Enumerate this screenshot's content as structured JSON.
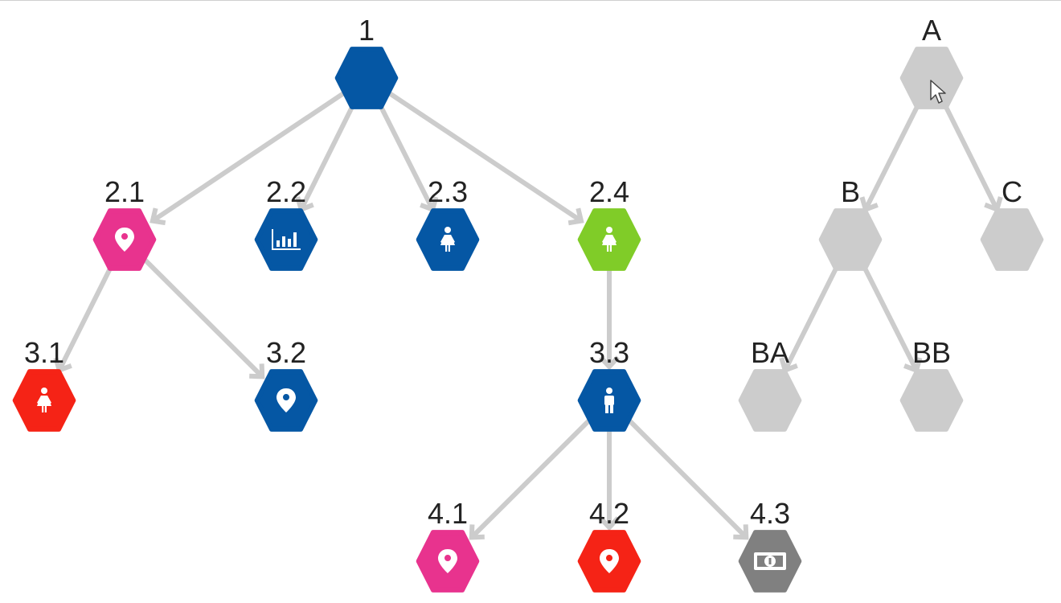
{
  "colors": {
    "edge": "#cccccc",
    "blue": "#0557a4",
    "pink": "#e8338e",
    "green": "#80cc28",
    "red": "#f52316",
    "gray": "#808080",
    "light_gray": "#cccccc",
    "icon": "#ffffff"
  },
  "nodes": [
    {
      "id": "1",
      "label": "1",
      "color": "blue",
      "icon": ""
    },
    {
      "id": "2.1",
      "label": "2.1",
      "color": "pink",
      "icon": "map-pin-icon"
    },
    {
      "id": "2.2",
      "label": "2.2",
      "color": "blue",
      "icon": "bar-chart-icon"
    },
    {
      "id": "2.3",
      "label": "2.3",
      "color": "blue",
      "icon": "female-icon"
    },
    {
      "id": "2.4",
      "label": "2.4",
      "color": "green",
      "icon": "female-icon"
    },
    {
      "id": "3.1",
      "label": "3.1",
      "color": "red",
      "icon": "female-icon"
    },
    {
      "id": "3.2",
      "label": "3.2",
      "color": "blue",
      "icon": "map-pin-icon"
    },
    {
      "id": "3.3",
      "label": "3.3",
      "color": "blue",
      "icon": "male-icon"
    },
    {
      "id": "4.1",
      "label": "4.1",
      "color": "pink",
      "icon": "map-pin-icon"
    },
    {
      "id": "4.2",
      "label": "4.2",
      "color": "red",
      "icon": "map-pin-icon"
    },
    {
      "id": "4.3",
      "label": "4.3",
      "color": "gray",
      "icon": "money-icon"
    },
    {
      "id": "A",
      "label": "A",
      "color": "light_gray",
      "icon": ""
    },
    {
      "id": "B",
      "label": "B",
      "color": "light_gray",
      "icon": ""
    },
    {
      "id": "C",
      "label": "C",
      "color": "light_gray",
      "icon": ""
    },
    {
      "id": "BA",
      "label": "BA",
      "color": "light_gray",
      "icon": ""
    },
    {
      "id": "BB",
      "label": "BB",
      "color": "light_gray",
      "icon": ""
    }
  ],
  "edges": [
    {
      "from": "1",
      "to": "2.1"
    },
    {
      "from": "1",
      "to": "2.2"
    },
    {
      "from": "1",
      "to": "2.3"
    },
    {
      "from": "1",
      "to": "2.4"
    },
    {
      "from": "2.1",
      "to": "3.1"
    },
    {
      "from": "2.1",
      "to": "3.2"
    },
    {
      "from": "2.4",
      "to": "3.3"
    },
    {
      "from": "3.3",
      "to": "4.1"
    },
    {
      "from": "3.3",
      "to": "4.2"
    },
    {
      "from": "3.3",
      "to": "4.3"
    },
    {
      "from": "A",
      "to": "B"
    },
    {
      "from": "A",
      "to": "C"
    },
    {
      "from": "B",
      "to": "BA"
    },
    {
      "from": "B",
      "to": "BB"
    }
  ]
}
